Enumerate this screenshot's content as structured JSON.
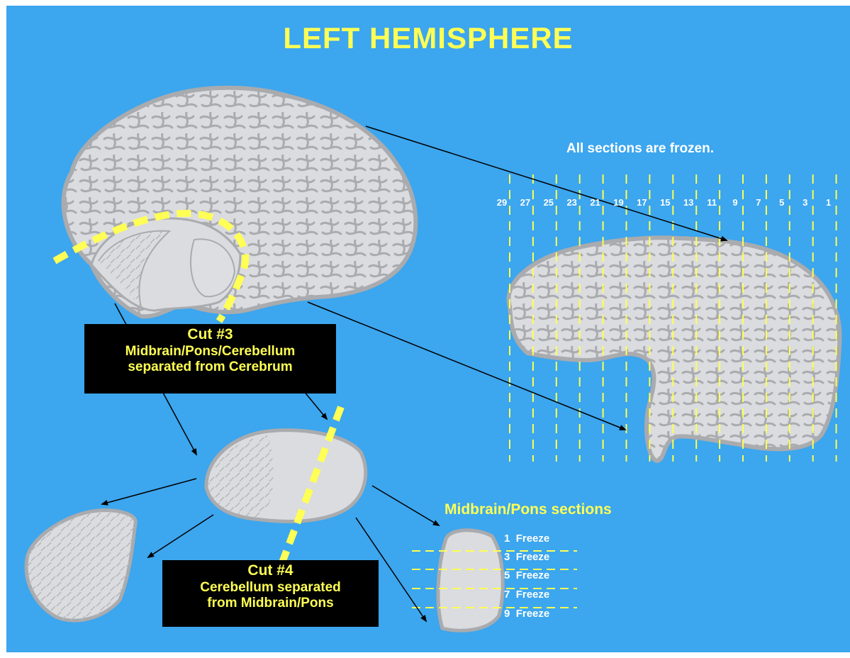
{
  "title": "LEFT HEMISPHERE",
  "frozen_note": "All sections are frozen.",
  "section_numbers": [
    "29",
    "27",
    "25",
    "23",
    "21",
    "19",
    "17",
    "15",
    "13",
    "11",
    "9",
    "7",
    "5",
    "3",
    "1"
  ],
  "cut3": {
    "heading": "Cut #3",
    "line1": "Midbrain/Pons/Cerebellum",
    "line2": "separated  from Cerebrum"
  },
  "cut4": {
    "heading": "Cut #4",
    "line1": "Cerebellum separated",
    "line2": "from Midbrain/Pons"
  },
  "midbrain_pons": {
    "title": "Midbrain/Pons sections",
    "sections": [
      {
        "number": "1",
        "label": "Freeze"
      },
      {
        "number": "3",
        "label": "Freeze"
      },
      {
        "number": "5",
        "label": "Freeze"
      },
      {
        "number": "7",
        "label": "Freeze"
      },
      {
        "number": "9",
        "label": "Freeze"
      }
    ]
  },
  "colors": {
    "background": "#3ca6ee",
    "tissue": "#dadcdf",
    "tissue_edge": "#a9abae",
    "highlight": "#ffff55",
    "label_box": "#000000"
  }
}
